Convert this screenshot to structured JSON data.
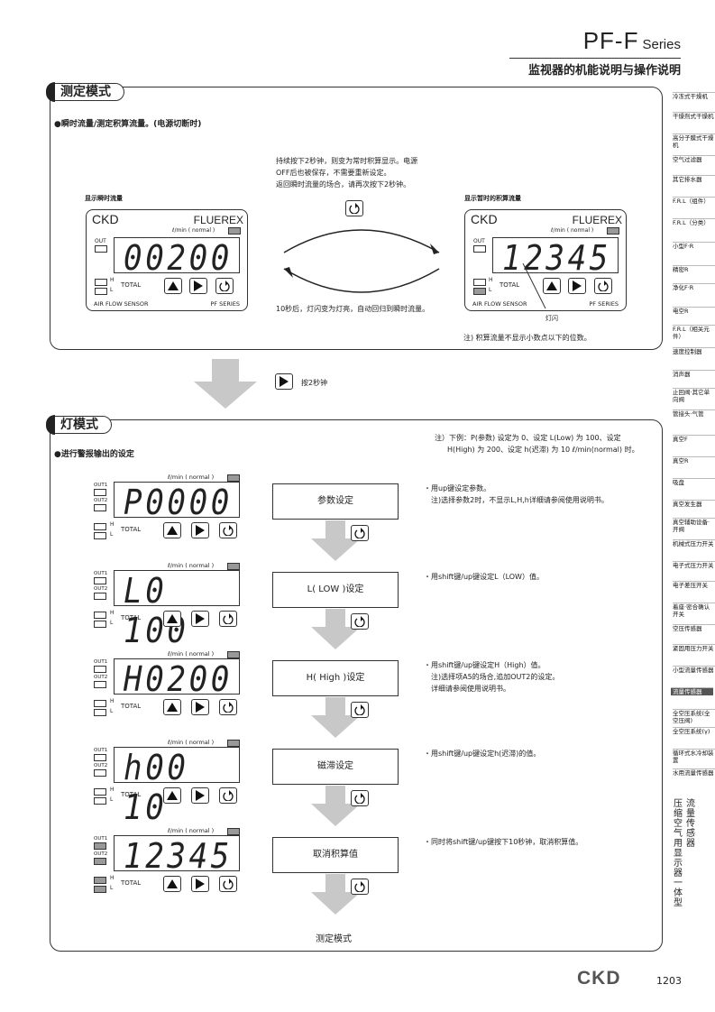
{
  "header": {
    "model": "PF-F",
    "series_suffix": "Series",
    "subtitle": "监视器的机能说明与操作说明"
  },
  "sidebar": {
    "items": [
      "冷冻式干燥机",
      "干燥剂式干燥机",
      "高分子膜式干燥机",
      "空气过滤器",
      "其它排水器",
      "F.R.L（组件）",
      "F.R.L（分类）",
      "小型F·R",
      "精密R",
      "净化F·R",
      "电空R",
      "F.R.L（相关元件）",
      "速度控制器",
      "消声器",
      "止回阀·其它单向阀",
      "管接头·气管",
      "真空F",
      "真空R",
      "吸盘",
      "真空发生器",
      "真空辅助设备·开阀",
      "机械式压力开关",
      "电子式压力开关",
      "电子差压开关",
      "着座·密合确认开关",
      "空压传感器",
      "紧固用压力开关",
      "小型流量传感器",
      "流量传感器",
      "全空压系统(全空压阀)",
      "全空压系统(γ)",
      "循环式水冷却装置",
      "水用流量传感器"
    ],
    "vertical_a": "压缩空气用显示器一体型",
    "vertical_b": "流量传感器"
  },
  "section1": {
    "tab": "测定模式",
    "heading": "●瞬时流量/测定积算流量。(电源切断时)",
    "left_label": "显示瞬时流量",
    "right_label": "显示暂时的积算流量",
    "center_note_top": [
      "持续按下2秒钟，则变为常时积算显示。电源",
      "OFF后也被保存，不需要重新设定。",
      "返回瞬时流量的场合，请再次按下2秒钟。"
    ],
    "center_note_bottom": "10秒后，灯闪变为灯亮，自动回归到瞬时流量。",
    "blink_label": "灯闪",
    "footnote": "注) 积算流量不显示小数点以下的位数。",
    "device_left": {
      "brand": "CKD",
      "model": "FLUEREX",
      "unit": "ℓ/min ( normal )",
      "digits": "00200",
      "out": "OUT",
      "h": "H",
      "l": "L",
      "total": "TOTAL",
      "sensor": "AIR FLOW SENSOR",
      "series": "PF SERIES"
    },
    "device_right": {
      "brand": "CKD",
      "model": "FLUEREX",
      "unit": "ℓ/min ( normal )",
      "digits": "12345",
      "out": "OUT",
      "h": "H",
      "l": "L",
      "total": "TOTAL",
      "sensor": "AIR FLOW SENSOR",
      "series": "PF SERIES"
    }
  },
  "transition": {
    "label": "按2秒钟"
  },
  "section2": {
    "tab": "灯模式",
    "heading": "●进行警报输出的设定",
    "note_right": [
      "注）下例：P(参数) 设定为 0、设定 L(Low) 为 100、设定",
      "H(High) 为 200、设定 h(迟滞) 为 10 ℓ/min(normal) 时。"
    ],
    "common": {
      "unit": "ℓ/min ( normal )",
      "out1": "OUT1",
      "out2": "OUT2",
      "h": "H",
      "l": "L",
      "total": "TOTAL"
    },
    "rows": [
      {
        "digits": "P0000",
        "step": "参数设定",
        "notes": [
          "・用up键设定参数。",
          "注)选择参数2时，不显示L,H,h详细请参阅使用说明书。"
        ]
      },
      {
        "digits": "L0 100",
        "step": "L( LOW )设定",
        "notes": [
          "・用shift键/up键设定L（LOW）值。"
        ]
      },
      {
        "digits": "H0200",
        "step": "H( High )设定",
        "notes": [
          "・用shift键/up键设定H（High）值。",
          "注)选择项A5的场合,追加OUT2的设定。",
          "   详细请参阅使用说明书。"
        ]
      },
      {
        "digits": "h00 10",
        "step": "磁滞设定",
        "notes": [
          "・用shift键/up键设定h(迟滞)的值。"
        ]
      },
      {
        "digits": "12345",
        "step": "取消积算值",
        "notes": [
          "・同时将shift键/up键按下10秒钟，取消积算值。"
        ]
      }
    ],
    "final": "测定模式"
  },
  "footer": {
    "brand": "CKD",
    "page": "1203"
  }
}
